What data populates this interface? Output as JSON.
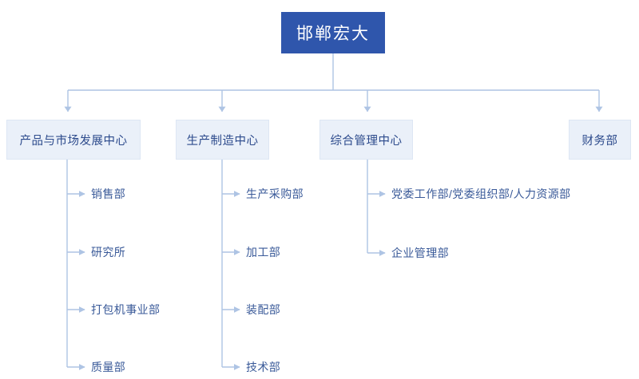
{
  "chart_title": "邯郸宏大",
  "colors": {
    "root_fill": "#2f56ac",
    "root_text": "#ffffff",
    "division_fill": "#eaf0f9",
    "division_border": "#dde6f4",
    "division_text": "#2c4a8c",
    "leaf_text": "#3a5a99",
    "connector": "#aec4e4",
    "background": "#ffffff"
  },
  "root": {
    "label": "邯郸宏大"
  },
  "divisions": [
    {
      "label": "产品与市场发展中心",
      "leaves": [
        {
          "label": "销售部"
        },
        {
          "label": "研究所"
        },
        {
          "label": "打包机事业部"
        },
        {
          "label": "质量部"
        }
      ]
    },
    {
      "label": "生产制造中心",
      "leaves": [
        {
          "label": "生产采购部"
        },
        {
          "label": "加工部"
        },
        {
          "label": "装配部"
        },
        {
          "label": "技术部"
        }
      ]
    },
    {
      "label": "综合管理中心",
      "leaves": [
        {
          "label": "党委工作部/党委组织部/人力资源部"
        },
        {
          "label": "企业管理部"
        }
      ]
    },
    {
      "label": "财务部",
      "leaves": []
    }
  ]
}
